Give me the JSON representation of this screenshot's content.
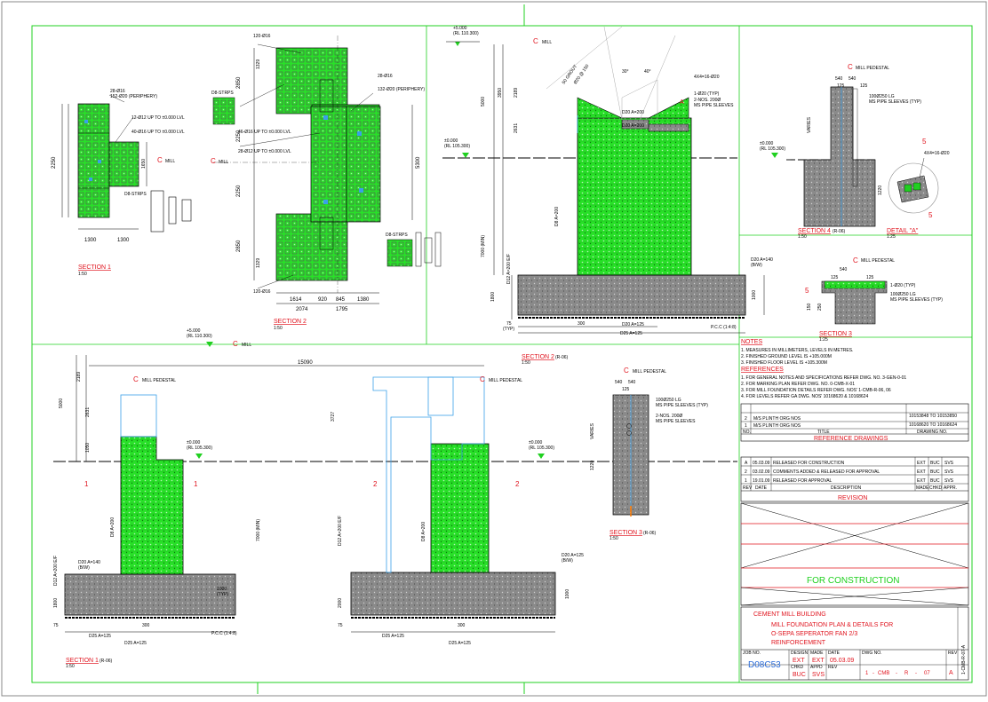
{
  "sections": {
    "s1_plan": {
      "title": "SECTION 1",
      "scale": "1:50",
      "dims": [
        "1300",
        "1300",
        "2250",
        "1650"
      ],
      "notes": [
        "28-Ø16",
        "152-Ø20 (PERIPHERY)",
        "12-Ø12 UP TO ±0.000 LVL",
        "40-Ø16 UP TO ±0.000 LVL",
        "D8-STRPS"
      ]
    },
    "s2_plan": {
      "title": "SECTION 2",
      "scale": "1:50",
      "dims": [
        "1614",
        "920",
        "845",
        "1380",
        "2074",
        "1795",
        "2850",
        "2250",
        "2250",
        "2850",
        "1329",
        "1329",
        "5300"
      ],
      "notes": [
        "120-Ø16",
        "28-Ø16",
        "132-Ø20 (PERIPHERY)",
        "46-Ø16 UP TO ±0.000 LVL",
        "28-Ø12 UP TO ±0.000 LVL",
        "D8-STRPS",
        "D8-STRPS",
        "120-Ø16"
      ]
    },
    "s2_elev": {
      "title": "SECTION 2",
      "ref": "(R-06)",
      "scale": "1:50"
    },
    "s1_elev": {
      "title": "SECTION 1",
      "ref": "(R-06)",
      "scale": "1:50"
    },
    "s3_elev": {
      "title": "SECTION 3",
      "ref": "(R-06)",
      "scale": "1:50"
    },
    "s4_elev": {
      "title": "SECTION 4",
      "ref": "(R-06)",
      "scale": "1:50"
    },
    "s3_small": {
      "title": "SECTION 3",
      "scale": "1:25"
    },
    "detail_a": {
      "title": "DETAIL \"A\"",
      "scale": "1:25",
      "note": "4X4=16-Ø20"
    }
  },
  "labels": {
    "mill_cl": "MILL",
    "mill_pedestal": "MILL PEDESTAL",
    "level_top": "+5.000",
    "level_top_rl": "(RL 110.300)",
    "level_zero": "±0.000",
    "level_zero_rl": "(RL 105.300)",
    "pcc": "P.C.C (1:4:8)",
    "d25_a125": "D25 A=125",
    "d20_a140": "D20 A=140",
    "bw": "(B/W)",
    "d20_a125": "D20 A=125",
    "d12_a200": "D12 A=200 E/F",
    "d8_a200": "D8 A=200",
    "min7000": "7000 (MIN)",
    "varies": "VARIES",
    "typ": "(TYP)",
    "sleeve1": "100Ø250 LG",
    "sleeve2": "MS PIPE SLEEVES (TYP)",
    "sleeve3": "2-NOS. 200Ø",
    "sleeve4": "MS PIPE SLEEVES",
    "dim_15090": "15090",
    "dim_3727": "3727",
    "dim_75": "75",
    "dim_300": "300",
    "dim_1000": "1000",
    "dim_1050": "1050",
    "dim_2000": "2000",
    "dim_1800": "1800",
    "dim_5000": "5000",
    "dim_2189": "2189",
    "dim_3950": "3950",
    "dim_2631": "2631",
    "dim_540": "540",
    "dim_125": "125",
    "dim_250": "250",
    "dim_1220": "1220",
    "dim_150": "150",
    "d20_a200": "D20 A=200",
    "d20_at_150": "Ø20 @ 150",
    "grout": "50 GROUT",
    "ang_30": "30°",
    "ang_40": "40°",
    "one_d20_typ": "1-Ø20 (TYP)",
    "sec1": "1",
    "sec2": "2",
    "sec3": "3",
    "sec4": "4",
    "sec5": "5",
    "a": "A"
  },
  "notes": {
    "heading": "NOTES",
    "items": [
      "1. MEASURES IN MILLIMETERS, LEVELS IN METRES.",
      "2. FINISHED GROUND LEVEL IS +105.000M",
      "3. FINISHED FLOOR LEVEL IS +105.300M"
    ]
  },
  "references": {
    "heading": "REFERENCES",
    "items": [
      "1. FOR GENERAL NOTES AND SPECIFICATIONS REFER DWG. NO. 3-GEN-0-01",
      "2. FOR MARKING PLAN REFER DWG. NO. 0-CMB-X-01",
      "3. FOR MILL FOUNDATION DETAILS REFER DWG. NOS' 1-CMB-R-06, 06",
      "4. FOR LEVELS REFER GA DWG. NOS' 10168620 & 10168624"
    ]
  },
  "ref_drawings": {
    "rows": [
      {
        "no": "2",
        "title": "M/S PLINTH ORG NOS",
        "dwg": "10153848 TO 10153850"
      },
      {
        "no": "1",
        "title": "M/S PLINTH ORG NOS",
        "dwg": "10168620 TO 10168624"
      }
    ],
    "col_no": "NO.",
    "col_title": "TITLE",
    "col_dwg": "DRAWING NO.",
    "heading": "REFERENCE DRAWINGS"
  },
  "revisions": {
    "rows": [
      {
        "rev": "A",
        "date": "05.03.09",
        "desc": "RELEASED FOR CONSTRUCTION",
        "made": "EXT",
        "chkd": "BUC",
        "appr": "SVS"
      },
      {
        "rev": "2",
        "date": "03.02.09",
        "desc": "COMMENTS ADDED & RELEASED FOR APPROVAL",
        "made": "EXT",
        "chkd": "BUC",
        "appr": "SVS"
      },
      {
        "rev": "1",
        "date": "19.01.09",
        "desc": "RELEASED FOR APPROVAL",
        "made": "EXT",
        "chkd": "BUC",
        "appr": "SVS"
      }
    ],
    "col_rev": "REV",
    "col_date": "DATE",
    "col_desc": "DESCRIPTION",
    "col_made": "MADE",
    "col_chkd": "CHKD",
    "col_appr": "APPR.",
    "heading": "REVISION"
  },
  "stamp": "FOR CONSTRUCTION",
  "title_block": {
    "project": "CEMENT MILL BUILDING",
    "line1": "MILL FOUNDATION PLAN & DETAILS FOR",
    "line2": "O-SEPA SEPERATOR FAN 2/3",
    "line3": "REINFORCEMENT",
    "job_no_label": "JOB NO.",
    "job_no": "D08C53",
    "design_label": "DESIGN",
    "design": "EXT",
    "made_label": "MADE",
    "made": "EXT",
    "date_label": "DATE",
    "date": "05.03.09",
    "dwg_no_label": "DWG NO.",
    "dwg_parts": [
      "1",
      "-",
      "CMB",
      "-",
      "R",
      "-",
      "07"
    ],
    "rev_label": "REV",
    "rev": "A",
    "chkd_label": "CHKD",
    "chkd": "BUC",
    "appd_label": "APPD",
    "appd": "SVS",
    "rev2_label": "REV",
    "side": "1-CMB-R-07-A"
  }
}
